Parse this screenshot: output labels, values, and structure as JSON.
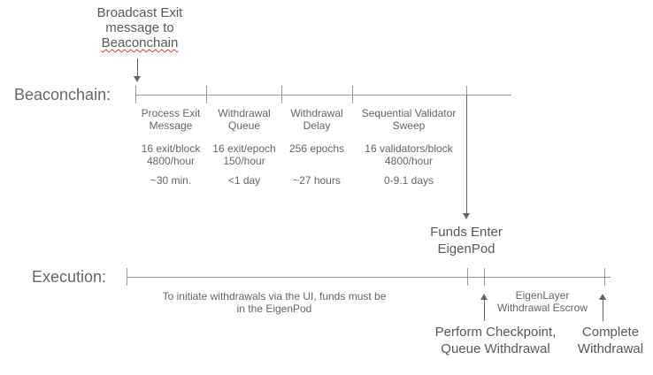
{
  "colors": {
    "line": "#999999",
    "arrow": "#666666",
    "text_small": "#666666",
    "text_large": "#595959",
    "spellcheck_underline": "#cc4125"
  },
  "top_annotation": {
    "line1": "Broadcast Exit",
    "line2": "message to",
    "line3": "Beaconchain"
  },
  "beaconchain": {
    "label": "Beaconchain:",
    "segments": [
      {
        "title": "Process Exit\nMessage",
        "rate": "16 exit/block\n4800/hour",
        "duration": "~30 min."
      },
      {
        "title": "Withdrawal\nQueue",
        "rate": "16 exit/epoch\n150/hour",
        "duration": "<1 day"
      },
      {
        "title": "Withdrawal\nDelay",
        "rate": "256 epochs",
        "duration": "~27 hours"
      },
      {
        "title": "Sequential Validator\nSweep",
        "rate": "16 validators/block\n4800/hour",
        "duration": "0-9.1 days"
      }
    ]
  },
  "funds_enter": "Funds Enter\nEigenPod",
  "execution": {
    "label": "Execution:",
    "note": "To initiate withdrawals via the UI, funds must be\nin the EigenPod",
    "escrow": "EigenLayer\nWithdrawal Escrow",
    "checkpoint": "Perform Checkpoint,\nQueue Withdrawal",
    "complete": "Complete\nWithdrawal"
  }
}
